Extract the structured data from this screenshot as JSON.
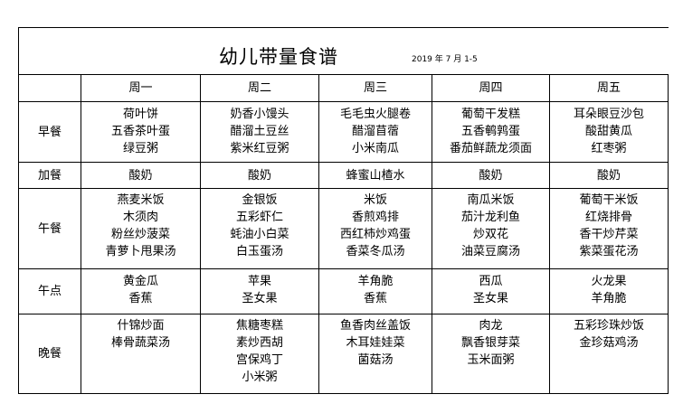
{
  "title": "幼儿带量食谱",
  "date": "2019 年 7 月 1-5",
  "days": [
    "周一",
    "周二",
    "周三",
    "周四",
    "周五"
  ],
  "meals": [
    {
      "label": "早餐",
      "cells": [
        [
          "荷叶饼",
          "五香茶叶蛋",
          "绿豆粥"
        ],
        [
          "奶香小馒头",
          "醋溜土豆丝",
          "紫米红豆粥"
        ],
        [
          "毛毛虫火腿卷",
          "醋溜苜蓿",
          "小米南瓜"
        ],
        [
          "葡萄干发糕",
          "五香鹌鹑蛋",
          "番茄鲜蔬龙须面"
        ],
        [
          "耳朵眼豆沙包",
          "酸甜黄瓜",
          "红枣粥"
        ]
      ]
    },
    {
      "label": "加餐",
      "cells": [
        [
          "酸奶"
        ],
        [
          "酸奶"
        ],
        [
          "蜂蜜山楂水"
        ],
        [
          "酸奶"
        ],
        [
          "酸奶"
        ]
      ]
    },
    {
      "label": "午餐",
      "cells": [
        [
          "燕麦米饭",
          "木须肉",
          "粉丝炒菠菜",
          "青萝卜甩果汤"
        ],
        [
          "金银饭",
          "五彩虾仁",
          "蚝油小白菜",
          "白玉蛋汤"
        ],
        [
          "米饭",
          "香煎鸡排",
          "西红柿炒鸡蛋",
          "香菜冬瓜汤"
        ],
        [
          "南瓜米饭",
          "茄汁龙利鱼",
          "炒双花",
          "油菜豆腐汤"
        ],
        [
          "葡萄干米饭",
          "红烧排骨",
          "香干炒芹菜",
          "紫菜蛋花汤"
        ]
      ]
    },
    {
      "label": "午点",
      "cells": [
        [
          "黄金瓜",
          "香蕉"
        ],
        [
          "苹果",
          "圣女果"
        ],
        [
          "羊角脆",
          "香蕉"
        ],
        [
          "西瓜",
          "圣女果"
        ],
        [
          "火龙果",
          "羊角脆"
        ]
      ]
    },
    {
      "label": "晚餐",
      "cells": [
        [
          "什锦炒面",
          "棒骨蔬菜汤"
        ],
        [
          "焦糖枣糕",
          "素炒西胡",
          "宫保鸡丁",
          "小米粥"
        ],
        [
          "鱼香肉丝盖饭",
          "木耳娃娃菜",
          "菌菇汤"
        ],
        [
          "肉龙",
          "飘香银芽菜",
          "玉米面粥"
        ],
        [
          "五彩珍珠炒饭",
          "金珍菇鸡汤"
        ]
      ]
    }
  ]
}
